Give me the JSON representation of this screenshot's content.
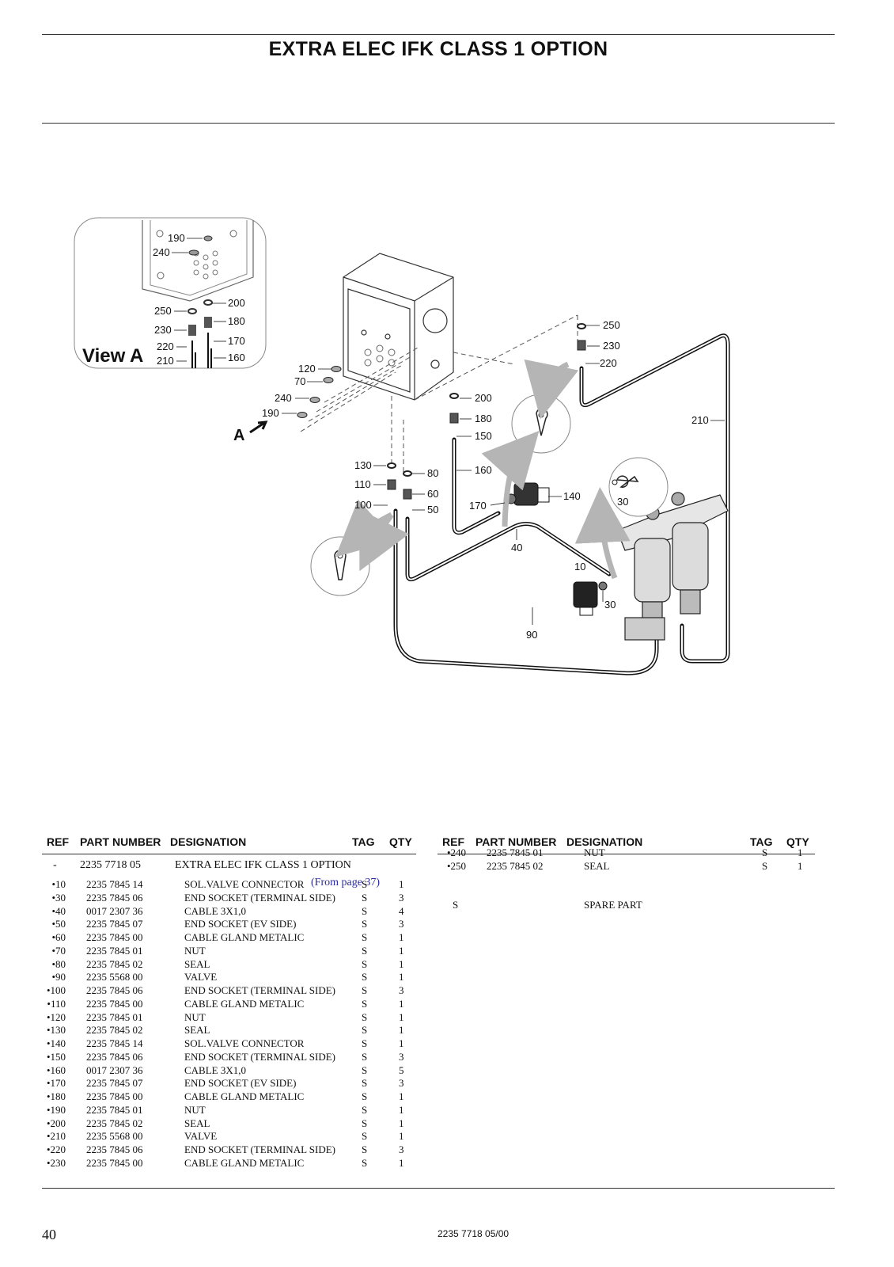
{
  "title": "EXTRA ELEC IFK CLASS 1 OPTION",
  "figure": {
    "view_label": "View A",
    "arrow_label": "A",
    "callouts": [
      "190",
      "240",
      "250",
      "230",
      "220",
      "210",
      "200",
      "180",
      "170",
      "160",
      "120",
      "70",
      "240",
      "190",
      "250",
      "230",
      "220",
      "210",
      "200",
      "180",
      "150",
      "160",
      "130",
      "110",
      "100",
      "80",
      "60",
      "50",
      "140",
      "170",
      "40",
      "30",
      "10",
      "30",
      "90"
    ]
  },
  "table_headers": {
    "ref": "REF",
    "part_number": "PART NUMBER",
    "designation": "DESIGNATION",
    "tag": "TAG",
    "qty": "QTY"
  },
  "left_table": {
    "assembly": {
      "ref": "-",
      "part_number": "2235 7718 05",
      "designation": "EXTRA ELEC IFK CLASS 1 OPTION",
      "note": "(From page 37)"
    },
    "rows": [
      {
        "ref": "•10",
        "pn": "2235 7845 14",
        "des": "SOL.VALVE CONNECTOR",
        "tag": "S",
        "qty": "1"
      },
      {
        "ref": "•30",
        "pn": "2235 7845 06",
        "des": "END SOCKET (TERMINAL SIDE)",
        "tag": "S",
        "qty": "3"
      },
      {
        "ref": "•40",
        "pn": "0017 2307 36",
        "des": "CABLE 3X1,0",
        "tag": "S",
        "qty": "4"
      },
      {
        "ref": "•50",
        "pn": "2235 7845 07",
        "des": "END SOCKET (EV SIDE)",
        "tag": "S",
        "qty": "3"
      },
      {
        "ref": "•60",
        "pn": "2235 7845 00",
        "des": "CABLE GLAND METALIC",
        "tag": "S",
        "qty": "1"
      },
      {
        "ref": "•70",
        "pn": "2235 7845 01",
        "des": "NUT",
        "tag": "S",
        "qty": "1"
      },
      {
        "ref": "•80",
        "pn": "2235 7845 02",
        "des": "SEAL",
        "tag": "S",
        "qty": "1"
      },
      {
        "ref": "•90",
        "pn": "2235 5568 00",
        "des": "VALVE",
        "tag": "S",
        "qty": "1"
      },
      {
        "ref": "•100",
        "pn": "2235 7845 06",
        "des": "END SOCKET (TERMINAL SIDE)",
        "tag": "S",
        "qty": "3"
      },
      {
        "ref": "•110",
        "pn": "2235 7845 00",
        "des": "CABLE GLAND METALIC",
        "tag": "S",
        "qty": "1"
      },
      {
        "ref": "•120",
        "pn": "2235 7845 01",
        "des": "NUT",
        "tag": "S",
        "qty": "1"
      },
      {
        "ref": "•130",
        "pn": "2235 7845 02",
        "des": "SEAL",
        "tag": "S",
        "qty": "1"
      },
      {
        "ref": "•140",
        "pn": "2235 7845 14",
        "des": "SOL.VALVE CONNECTOR",
        "tag": "S",
        "qty": "1"
      },
      {
        "ref": "•150",
        "pn": "2235 7845 06",
        "des": "END SOCKET (TERMINAL SIDE)",
        "tag": "S",
        "qty": "3"
      },
      {
        "ref": "•160",
        "pn": "0017 2307 36",
        "des": "CABLE 3X1,0",
        "tag": "S",
        "qty": "5"
      },
      {
        "ref": "•170",
        "pn": "2235 7845 07",
        "des": "END SOCKET (EV SIDE)",
        "tag": "S",
        "qty": "3"
      },
      {
        "ref": "•180",
        "pn": "2235 7845 00",
        "des": "CABLE GLAND METALIC",
        "tag": "S",
        "qty": "1"
      },
      {
        "ref": "•190",
        "pn": "2235 7845 01",
        "des": "NUT",
        "tag": "S",
        "qty": "1"
      },
      {
        "ref": "•200",
        "pn": "2235 7845 02",
        "des": "SEAL",
        "tag": "S",
        "qty": "1"
      },
      {
        "ref": "•210",
        "pn": "2235 5568 00",
        "des": "VALVE",
        "tag": "S",
        "qty": "1"
      },
      {
        "ref": "•220",
        "pn": "2235 7845 06",
        "des": "END SOCKET (TERMINAL SIDE)",
        "tag": "S",
        "qty": "3"
      },
      {
        "ref": "•230",
        "pn": "2235 7845 00",
        "des": "CABLE GLAND METALIC",
        "tag": "S",
        "qty": "1"
      }
    ]
  },
  "right_table": {
    "rows": [
      {
        "ref": "•240",
        "pn": "2235 7845 01",
        "des": "NUT",
        "tag": "S",
        "qty": "1"
      },
      {
        "ref": "•250",
        "pn": "2235 7845 02",
        "des": "SEAL",
        "tag": "S",
        "qty": "1"
      }
    ],
    "legend": {
      "code": "S",
      "meaning": "SPARE PART"
    }
  },
  "footer": {
    "page_number": "40",
    "doc_ref": "2235 7718 05/00"
  },
  "colors": {
    "note_blue": "#2a2aa0",
    "arrow_gray": "#b5b5b5"
  }
}
